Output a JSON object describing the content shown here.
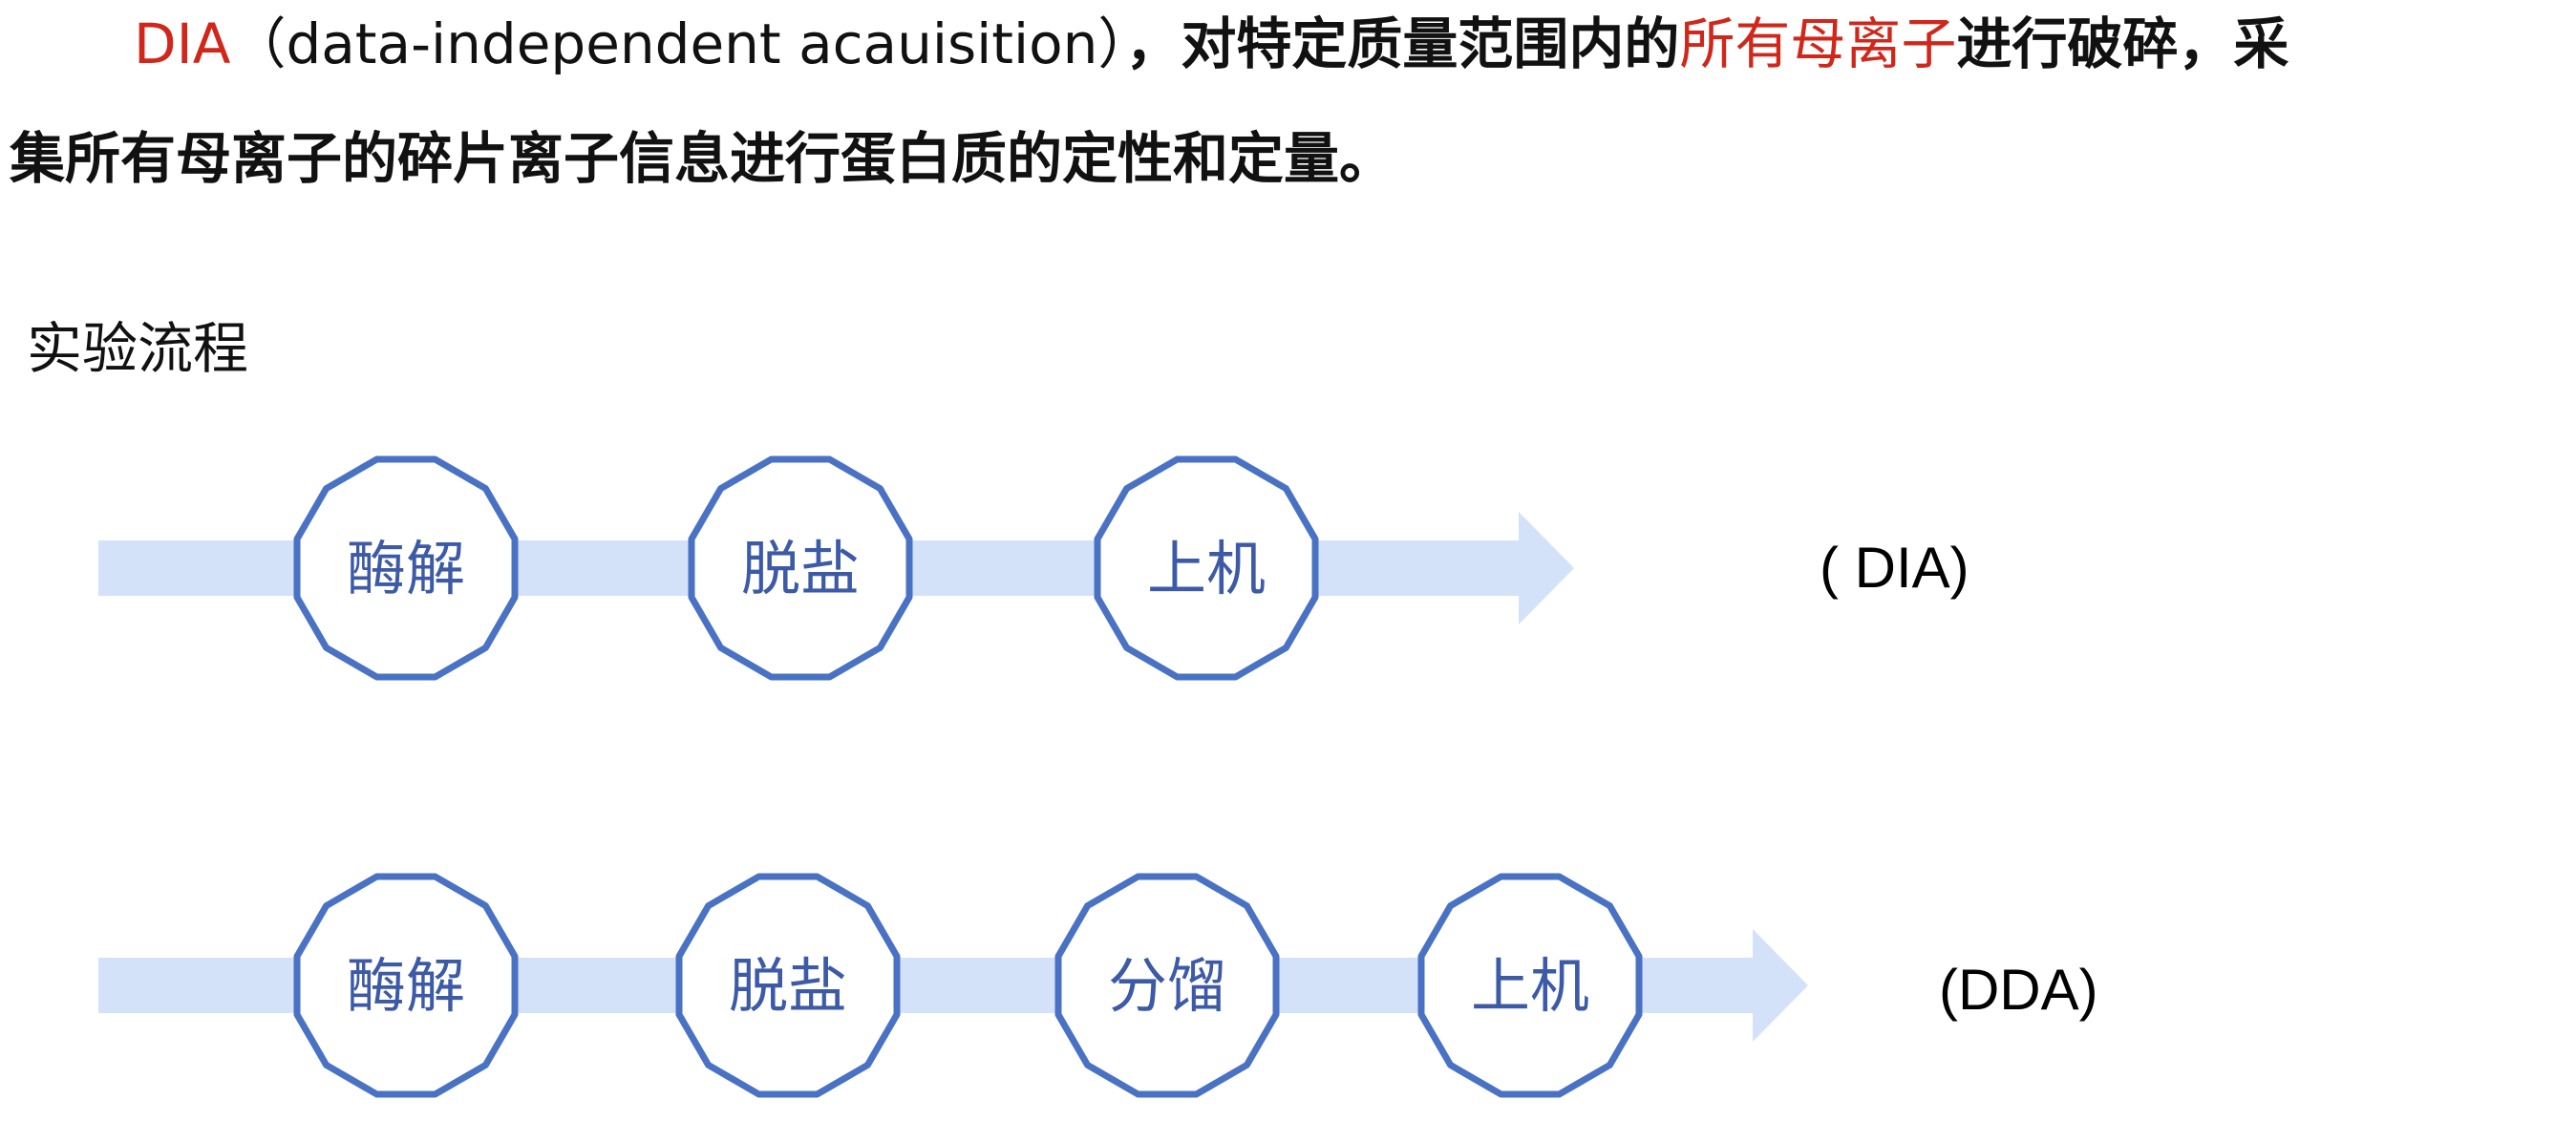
{
  "intro": {
    "dia_term": "DIA",
    "dia_paren": "（data-independent acauisition）",
    "sentence_a": "，对特定质量范围内的",
    "highlight": "所有母离子",
    "sentence_b": "进行破碎，采",
    "line2": "集所有母离子的碎片离子信息进行蛋白质的定性和定量。"
  },
  "section": {
    "title": "实验流程"
  },
  "flows": [
    {
      "name": "dia",
      "label": "( DIA)",
      "steps": [
        "酶解",
        "脱盐",
        "上机"
      ]
    },
    {
      "name": "dda",
      "label": "(DDA)",
      "steps": [
        "酶解",
        "脱盐",
        "分馏",
        "上机"
      ]
    }
  ],
  "colors": {
    "arrow_fill": "#d3e2f8",
    "octagon_stroke": "#4a72c4",
    "step_text": "#3c5aa6",
    "highlight_red": "#d1261a"
  }
}
